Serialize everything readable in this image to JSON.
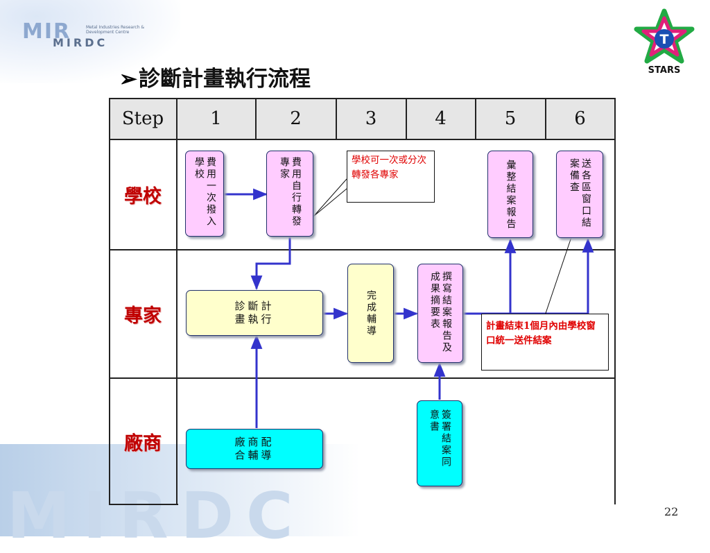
{
  "slide": {
    "title": "診斷計畫執行流程",
    "title_marker": "➢",
    "page_number": "22",
    "logo_text": "MIR",
    "logo_subtext": "Metal Industries Research & Development Centre",
    "logo_bottom": "MIRDC",
    "badge_letter": "T",
    "badge_label": "STARS",
    "watermark": "MIRDC"
  },
  "table": {
    "header": [
      "Step",
      "1",
      "2",
      "3",
      "4",
      "5",
      "6"
    ],
    "rows": [
      "學校",
      "專家",
      "廠商"
    ]
  },
  "boxes": {
    "school_fee_in": "費用一次撥入學校",
    "school_fee_forward": "費用自行轉發專家",
    "school_compile_report": "彙整結案報告",
    "school_send_window": "送各區窗口結案備查",
    "expert_plan": "診斷計畫執行",
    "expert_complete": "完成輔導",
    "expert_report": "撰寫結案報告及成果摘要表",
    "vendor_cooperate": "廠商配合輔導",
    "vendor_sign": "簽署結案同意書"
  },
  "callouts": {
    "school_note": "學校可一次或分次轉發各專家",
    "close_note": "計畫結束1個月內由學校窗口統一送件結案"
  },
  "colors": {
    "pink_box": "#ffccff",
    "yellow_box": "#ffffcc",
    "cyan_box": "#00ffff",
    "arrow": "#3333cc",
    "row_label": "#c00000",
    "callout_text": "#e00000"
  }
}
